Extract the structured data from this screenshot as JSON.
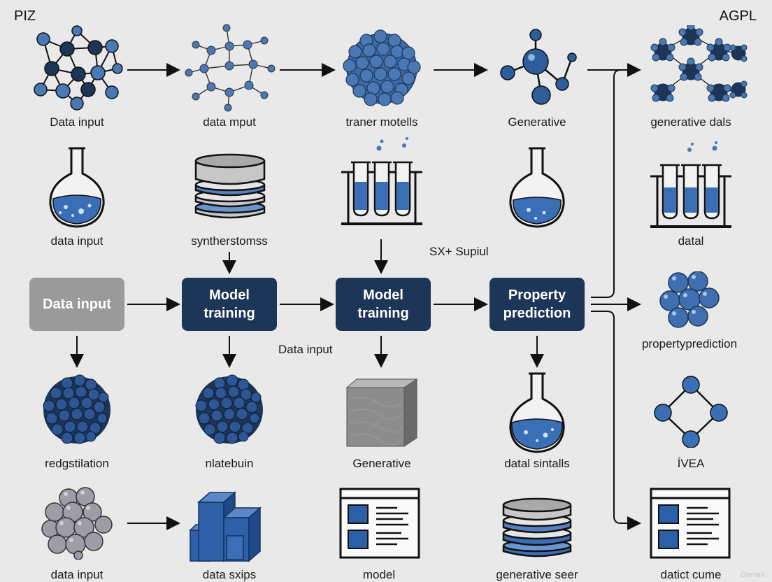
{
  "corners": {
    "left": "PIZ",
    "right": "AGPL"
  },
  "labels": {
    "r1c1": "Data input",
    "r1c2": "data mput",
    "r1c3": "traner motells",
    "r1c4": "Generative",
    "r1c5": "generative  dals",
    "r2c1": "data input",
    "r2c2": "syntherstomss",
    "r2c5": "datal",
    "note_sx": "SX+ Supiul",
    "note_data_input": "Data input",
    "r3c5": "propertyprediction",
    "r4c1": "redgstilation",
    "r4c2": "nlatebuin",
    "r4c3": "Generative",
    "r4c4": "datal sintalls",
    "r4c5": "ÍVEA",
    "r5c1": "data input",
    "r5c2": "data sxips",
    "r5c3": "model",
    "r5c4": "generative seer",
    "r5c5": "datict cume"
  },
  "boxes": {
    "data_input": "Data input",
    "model_training_1": [
      "Model",
      "training"
    ],
    "model_training_2": [
      "Model",
      "training"
    ],
    "property_prediction": [
      "Property",
      "prediction"
    ]
  },
  "watermark": "Gemini",
  "colors": {
    "node_dark": "#1d3557",
    "node_blue": "#4a78b5",
    "box_dark": "#1d3557",
    "box_gray": "#9a9a9a",
    "background": "#e9e9e9"
  }
}
